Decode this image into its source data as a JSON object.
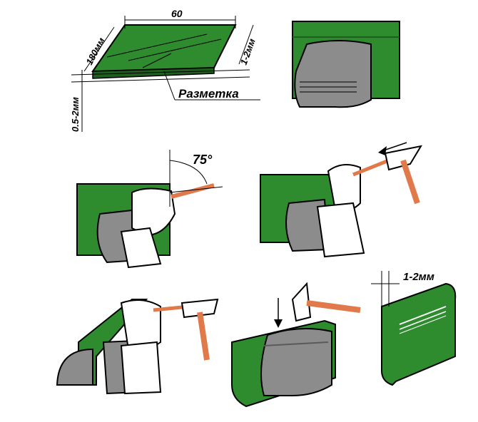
{
  "labels": {
    "width_dim": "60",
    "length_dim": "180мм",
    "thickness_dim": "1-2мм",
    "depth_dim": "0.5-2мм",
    "marking": "Разметка",
    "angle": "75°",
    "allowance_dim": "1-2мм"
  },
  "colors": {
    "metal_green": "#2e8b2e",
    "metal_dark": "#1f5e1f",
    "vise_gray": "#8c8c8c",
    "vise_dark": "#5a5a5a",
    "handle": "#e07a4a",
    "outline": "#000000",
    "hand": "#ffffff"
  },
  "icons": [
    "hammer-icon",
    "chisel-icon",
    "hand-icon",
    "vise-icon",
    "arrow-icon"
  ]
}
